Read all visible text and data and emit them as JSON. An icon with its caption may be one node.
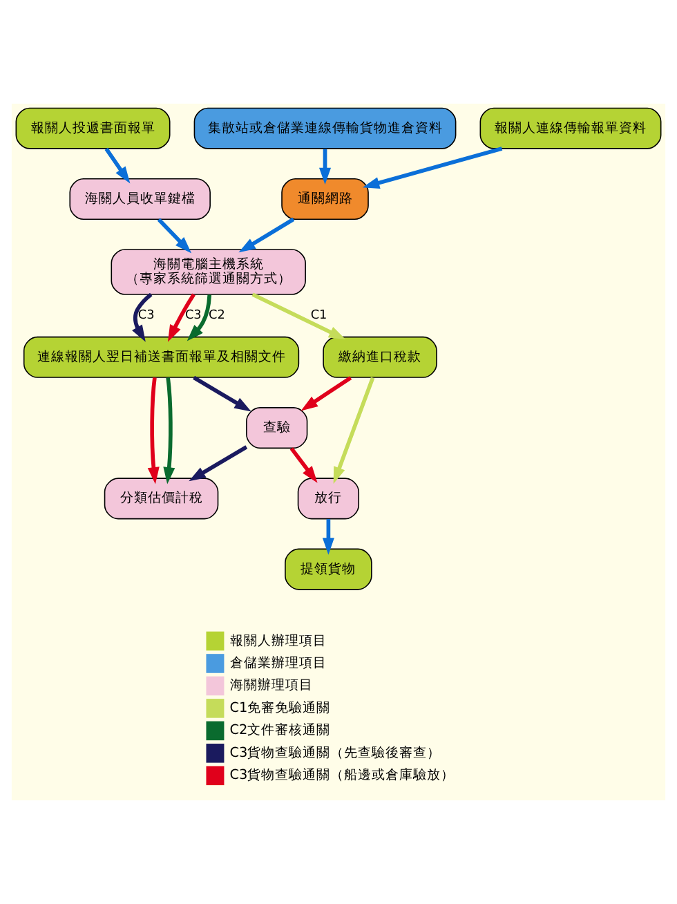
{
  "diagram": {
    "nodes": [
      {
        "text": [
          "報關人投遞書面報單"
        ]
      },
      {
        "text": [
          "集散站或倉儲業連線傳輸貨物進倉資料"
        ]
      },
      {
        "text": [
          "報關人連線傳輸報單資料"
        ]
      },
      {
        "text": [
          "海關人員收單鍵檔"
        ]
      },
      {
        "text": [
          "通關網路"
        ]
      },
      {
        "text": [
          "海關電腦主機系統",
          "（專家系統篩選通關方式）"
        ]
      },
      {
        "text": [
          "連線報關人翌日補送書面報單及相關文件"
        ]
      },
      {
        "text": [
          "查驗"
        ]
      },
      {
        "text": [
          "分類估價計稅"
        ]
      },
      {
        "text": [
          "繳納進口稅款"
        ]
      },
      {
        "text": [
          "放行"
        ]
      },
      {
        "text": [
          "提領貨物"
        ]
      }
    ],
    "edges": [
      {
        "from": 0,
        "to": 3,
        "arrow": "to"
      },
      {
        "from": 1,
        "to": 4,
        "arrow": "to"
      },
      {
        "from": 2,
        "to": 4,
        "arrow": "to"
      },
      {
        "from": 3,
        "to": 5,
        "arrow": "to"
      },
      {
        "from": 4,
        "to": 5,
        "arrow": "to"
      },
      {
        "from": 5,
        "to": 6,
        "arrow": "to",
        "label": "C3",
        "color": "#1a1a5e"
      },
      {
        "from": 5,
        "to": 6,
        "arrow": "to",
        "label": "C3",
        "color": "#e0001b"
      },
      {
        "from": 5,
        "to": 6,
        "arrow": "to",
        "label": "C2",
        "color": "#0a6b2e"
      },
      {
        "from": 5,
        "to": 9,
        "arrow": "to",
        "label": "C1",
        "color": "#c5dc5a"
      },
      {
        "from": 6,
        "to": 7,
        "arrow": "to",
        "color": "#1a1a5e"
      },
      {
        "from": 6,
        "to": 8,
        "arrow": "to",
        "color": "#e0001b"
      },
      {
        "from": 6,
        "to": 8,
        "arrow": "to",
        "color": "#0a6b2e"
      },
      {
        "from": 7,
        "to": 8,
        "arrow": "to",
        "color": "#1a1a5e"
      },
      {
        "from": 7,
        "to": 10,
        "arrow": "to",
        "color": "#e0001b"
      },
      {
        "from": 9,
        "to": 7,
        "arrow": "to",
        "color": "#e0001b"
      },
      {
        "from": 9,
        "to": 10,
        "arrow": "to",
        "color": "#c5dc5a"
      },
      {
        "from": 10,
        "to": 11,
        "arrow": "to"
      }
    ],
    "legend": [
      {
        "text": "報關人辦理項目",
        "color": "#b5d334"
      },
      {
        "text": "倉儲業辦理項目",
        "color": "#4a9be0"
      },
      {
        "text": "海關辦理項目",
        "color": "#f3c6da"
      },
      {
        "text": "C1免審免驗通關",
        "color": "#c5dc5a"
      },
      {
        "text": "C2文件審核通關",
        "color": "#0a6b2e"
      },
      {
        "text": "C3貨物查驗通關（先查驗後審查）",
        "color": "#1a1a5e"
      },
      {
        "text": "C3貨物查驗通關（船邊或倉庫驗放）",
        "color": "#e0001b"
      }
    ]
  }
}
